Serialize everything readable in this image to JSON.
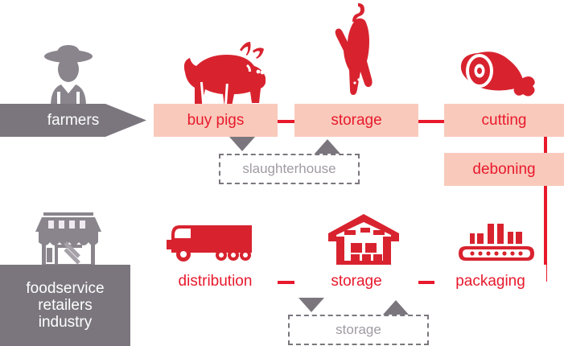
{
  "diagram": {
    "title": "pork supply chain flow diagram",
    "colors": {
      "process_fill_top": "#f9cabb",
      "process_fill_bottom": "#ffffff",
      "process_text": "#e8192c",
      "endpoint_fill": "#7b767d",
      "endpoint_text": "#ffffff",
      "optional_border": "#7b767d",
      "optional_text": "#a09ba3",
      "connector": "#e8192c",
      "icon_red": "#d8232f",
      "icon_gray": "#8a858c"
    },
    "top_row": {
      "endpoint": {
        "label": "farmers",
        "shape": "arrow-right",
        "style": "gray"
      },
      "steps": [
        {
          "label": "buy pigs",
          "icon": "pig-icon",
          "style": "pink"
        },
        {
          "label": "storage",
          "icon": "hanging-carcass-icon",
          "style": "pink"
        },
        {
          "label": "cutting",
          "icon": "ham-icon",
          "style": "pink"
        }
      ],
      "sub_step": {
        "label": "deboning",
        "style": "pink"
      },
      "optional": {
        "label": "slaughterhouse",
        "style": "dashed"
      }
    },
    "bottom_row": {
      "endpoint": {
        "label": "foodservice\nretailers\nindustry",
        "style": "gray"
      },
      "steps": [
        {
          "label": "distribution",
          "icon": "truck-icon",
          "style": "white",
          "shape": "arrow-left"
        },
        {
          "label": "storage",
          "icon": "warehouse-icon",
          "style": "white"
        },
        {
          "label": "packaging",
          "icon": "conveyor-boxes-icon",
          "style": "white"
        }
      ],
      "optional": {
        "label": "storage",
        "style": "dashed"
      }
    },
    "icons": {
      "farmer": "farmer-icon",
      "pig": "pig-icon",
      "carcass": "hanging-carcass-icon",
      "ham": "ham-icon",
      "shop": "storefront-icon",
      "truck": "truck-icon",
      "warehouse": "warehouse-icon",
      "conveyor": "conveyor-boxes-icon"
    }
  }
}
